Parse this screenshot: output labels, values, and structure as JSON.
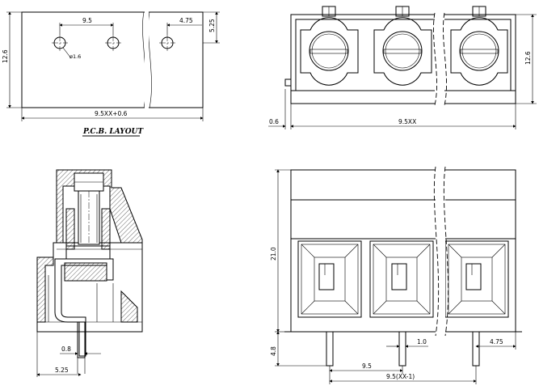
{
  "pcb_layout": {
    "title": "P.C.B. LAYOUT",
    "dim_pitch": "9.5",
    "dim_pitch_half": "4.75",
    "dim_hole": "ø1.6",
    "dim_row_offset": "5.25",
    "dim_height": "12.6",
    "dim_width": "9.5XX+0.6"
  },
  "top_view": {
    "dim_height": "12.6",
    "dim_offset": "0.6",
    "dim_width": "9.5XX"
  },
  "side_section": {
    "dim_pin": "0.8",
    "dim_pin_offset": "5.25"
  },
  "front_view": {
    "dim_height": "21.0",
    "dim_pin_length": "4.8",
    "dim_pin_width": "1.0",
    "dim_pin_edge": "4.75",
    "dim_pitch": "9.5",
    "dim_total": "9.5(XX-1)"
  }
}
